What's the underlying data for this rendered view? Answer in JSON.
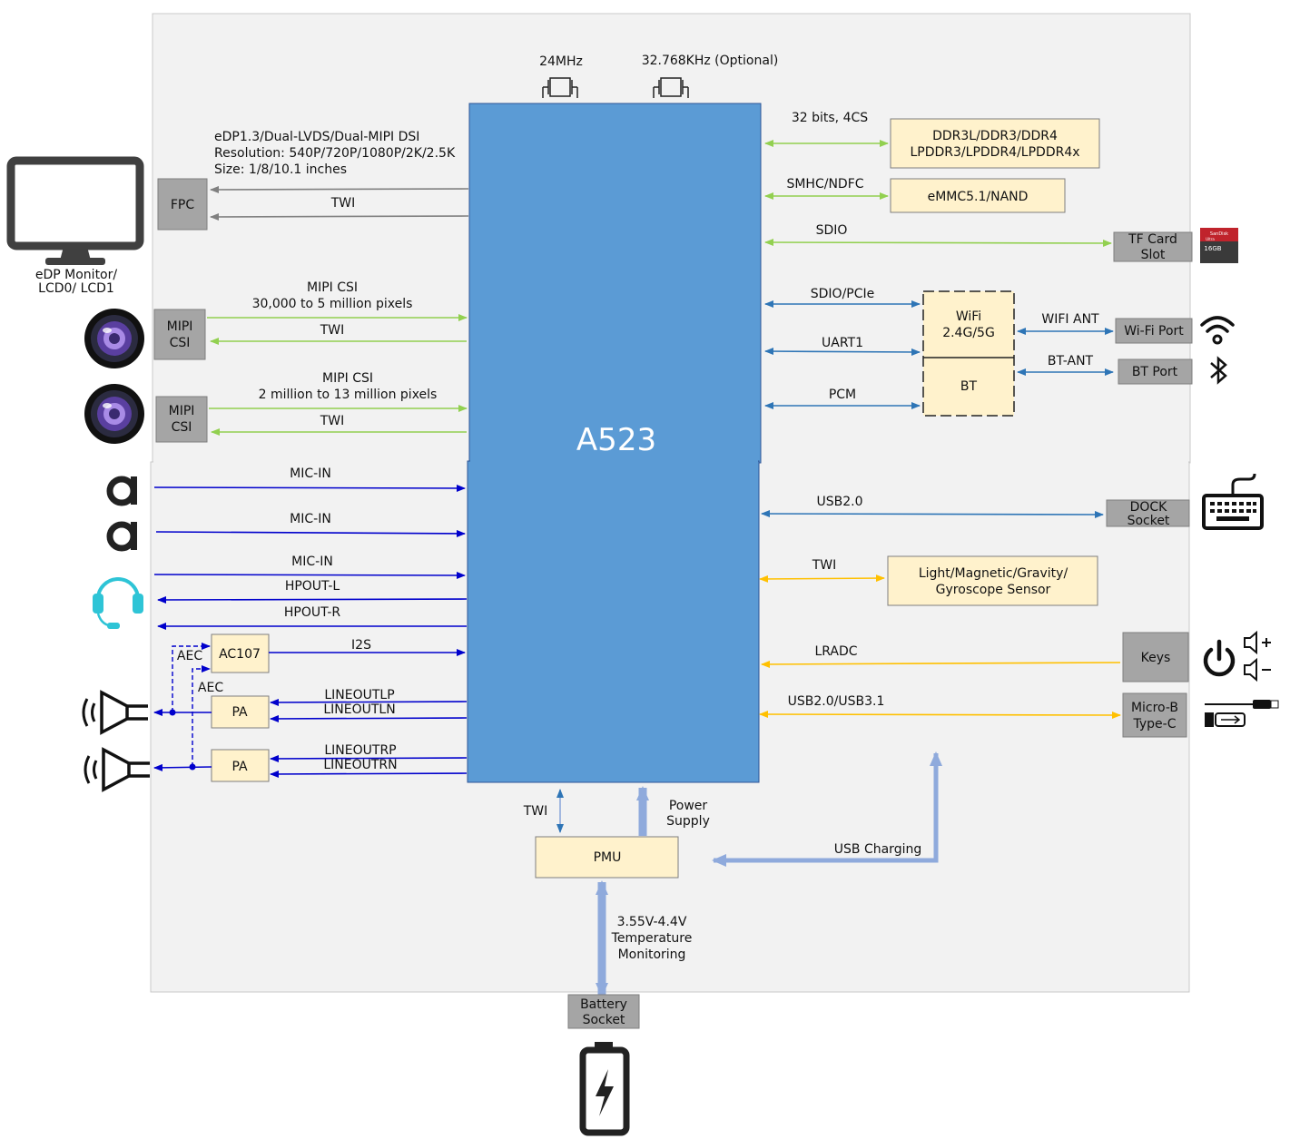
{
  "soc": {
    "name": "A523"
  },
  "crystals": {
    "c1": "24MHz",
    "c2": "32.768KHz (Optional)"
  },
  "display": {
    "spec1": "eDP1.3/Dual-LVDS/Dual-MIPI DSI",
    "spec2": "Resolution: 540P/720P/1080P/2K/2.5K",
    "spec3": "Size: 1/8/10.1 inches",
    "twi": "TWI",
    "fpc": "FPC",
    "monitor1": "eDP Monitor/",
    "monitor2": "LCD0/ LCD1"
  },
  "csi1": {
    "t1": "MIPI CSI",
    "t2": "30,000 to 5 million pixels",
    "twi": "TWI",
    "b1": "MIPI",
    "b2": "CSI"
  },
  "csi2": {
    "t1": "MIPI CSI",
    "t2": "2 million to 13 million pixels",
    "twi": "TWI",
    "b1": "MIPI",
    "b2": "CSI"
  },
  "audio": {
    "mic1": "MIC-IN",
    "mic2": "MIC-IN",
    "mic3": "MIC-IN",
    "hpl": "HPOUT-L",
    "hpr": "HPOUT-R",
    "i2s": "I2S",
    "ac107": "AC107",
    "aec1": "AEC",
    "aec2": "AEC",
    "pa1": "PA",
    "pa2": "PA",
    "lolp": "LINEOUTLP",
    "loln": "LINEOUTLN",
    "lorp": "LINEOUTRP",
    "lorn": "LINEOUTRN"
  },
  "memory": {
    "bus": "32 bits, 4CS",
    "ddr1": "DDR3L/DDR3/DDR4",
    "ddr2": "LPDDR3/LPDDR4/LPDDR4x",
    "smhc": "SMHC/NDFC",
    "emmc": "eMMC5.1/NAND",
    "sdio": "SDIO",
    "tf1": "TF Card",
    "tf2": "Slot",
    "sdcard_brand": "SanDisk",
    "sdcard_sub": "Ultra",
    "sdcard_size": "16GB"
  },
  "wireless": {
    "sdio_pcie": "SDIO/PCIe",
    "uart": "UART1",
    "pcm": "PCM",
    "wifi1": "WiFi",
    "wifi2": "2.4G/5G",
    "bt": "BT",
    "wifi_ant": "WIFI ANT",
    "bt_ant": "BT-ANT",
    "wifi_port": "Wi-Fi Port",
    "bt_port": "BT Port"
  },
  "right": {
    "usb2": "USB2.0",
    "dock1": "DOCK",
    "dock2": "Socket",
    "twi": "TWI",
    "sensor1": "Light/Magnetic/Gravity/",
    "sensor2": "Gyroscope  Sensor",
    "lradc": "LRADC",
    "keys": "Keys",
    "usb3": "USB2.0/USB3.1",
    "microb1": "Micro-B",
    "microb2": "Type-C"
  },
  "power": {
    "twi": "TWI",
    "supply1": "Power",
    "supply2": "Supply",
    "pmu": "PMU",
    "usb_charging": "USB Charging",
    "v1": "3.55V-4.4V",
    "v2": "Temperature",
    "v3": "Monitoring",
    "battery1": "Battery",
    "battery2": "Socket"
  },
  "colors": {
    "board": "#f2f2f2",
    "soc": "#5b9bd5",
    "block": "#fff2cc",
    "gray_block": "#a5a5a5",
    "green": "#92d050",
    "blue_dark": "#0000cc",
    "blue_mid": "#2e75b6",
    "orange": "#ffc000",
    "gray_line": "#808080",
    "power_arrow": "#8faadc"
  }
}
